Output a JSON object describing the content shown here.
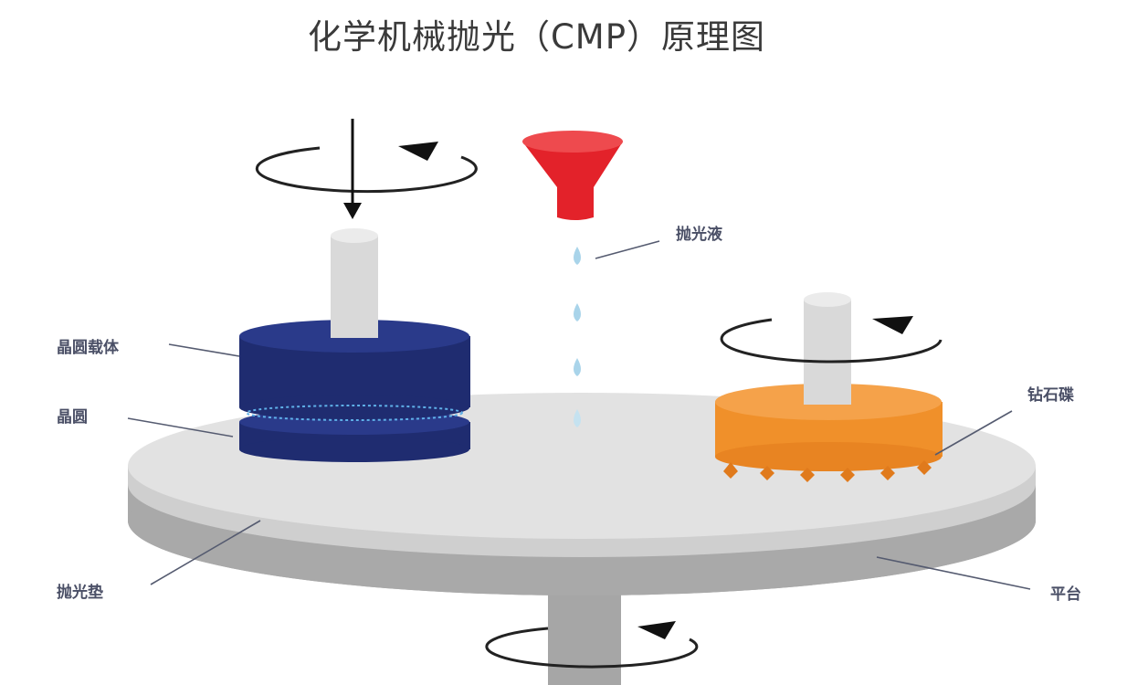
{
  "title": "化学机械抛光（CMP）原理图",
  "labels": {
    "slurry": "抛光液",
    "wafer_carrier": "晶圆载体",
    "wafer": "晶圆",
    "diamond_disk": "钻石碟",
    "polishing_pad": "抛光垫",
    "platen": "平台"
  },
  "colors": {
    "carrier": "#22307a",
    "funnel": "#e3222a",
    "conditioner": "#f0902a",
    "pad": "#e2e2e2",
    "platen": "#a9a9a9",
    "drop": "#a9d4ea"
  }
}
